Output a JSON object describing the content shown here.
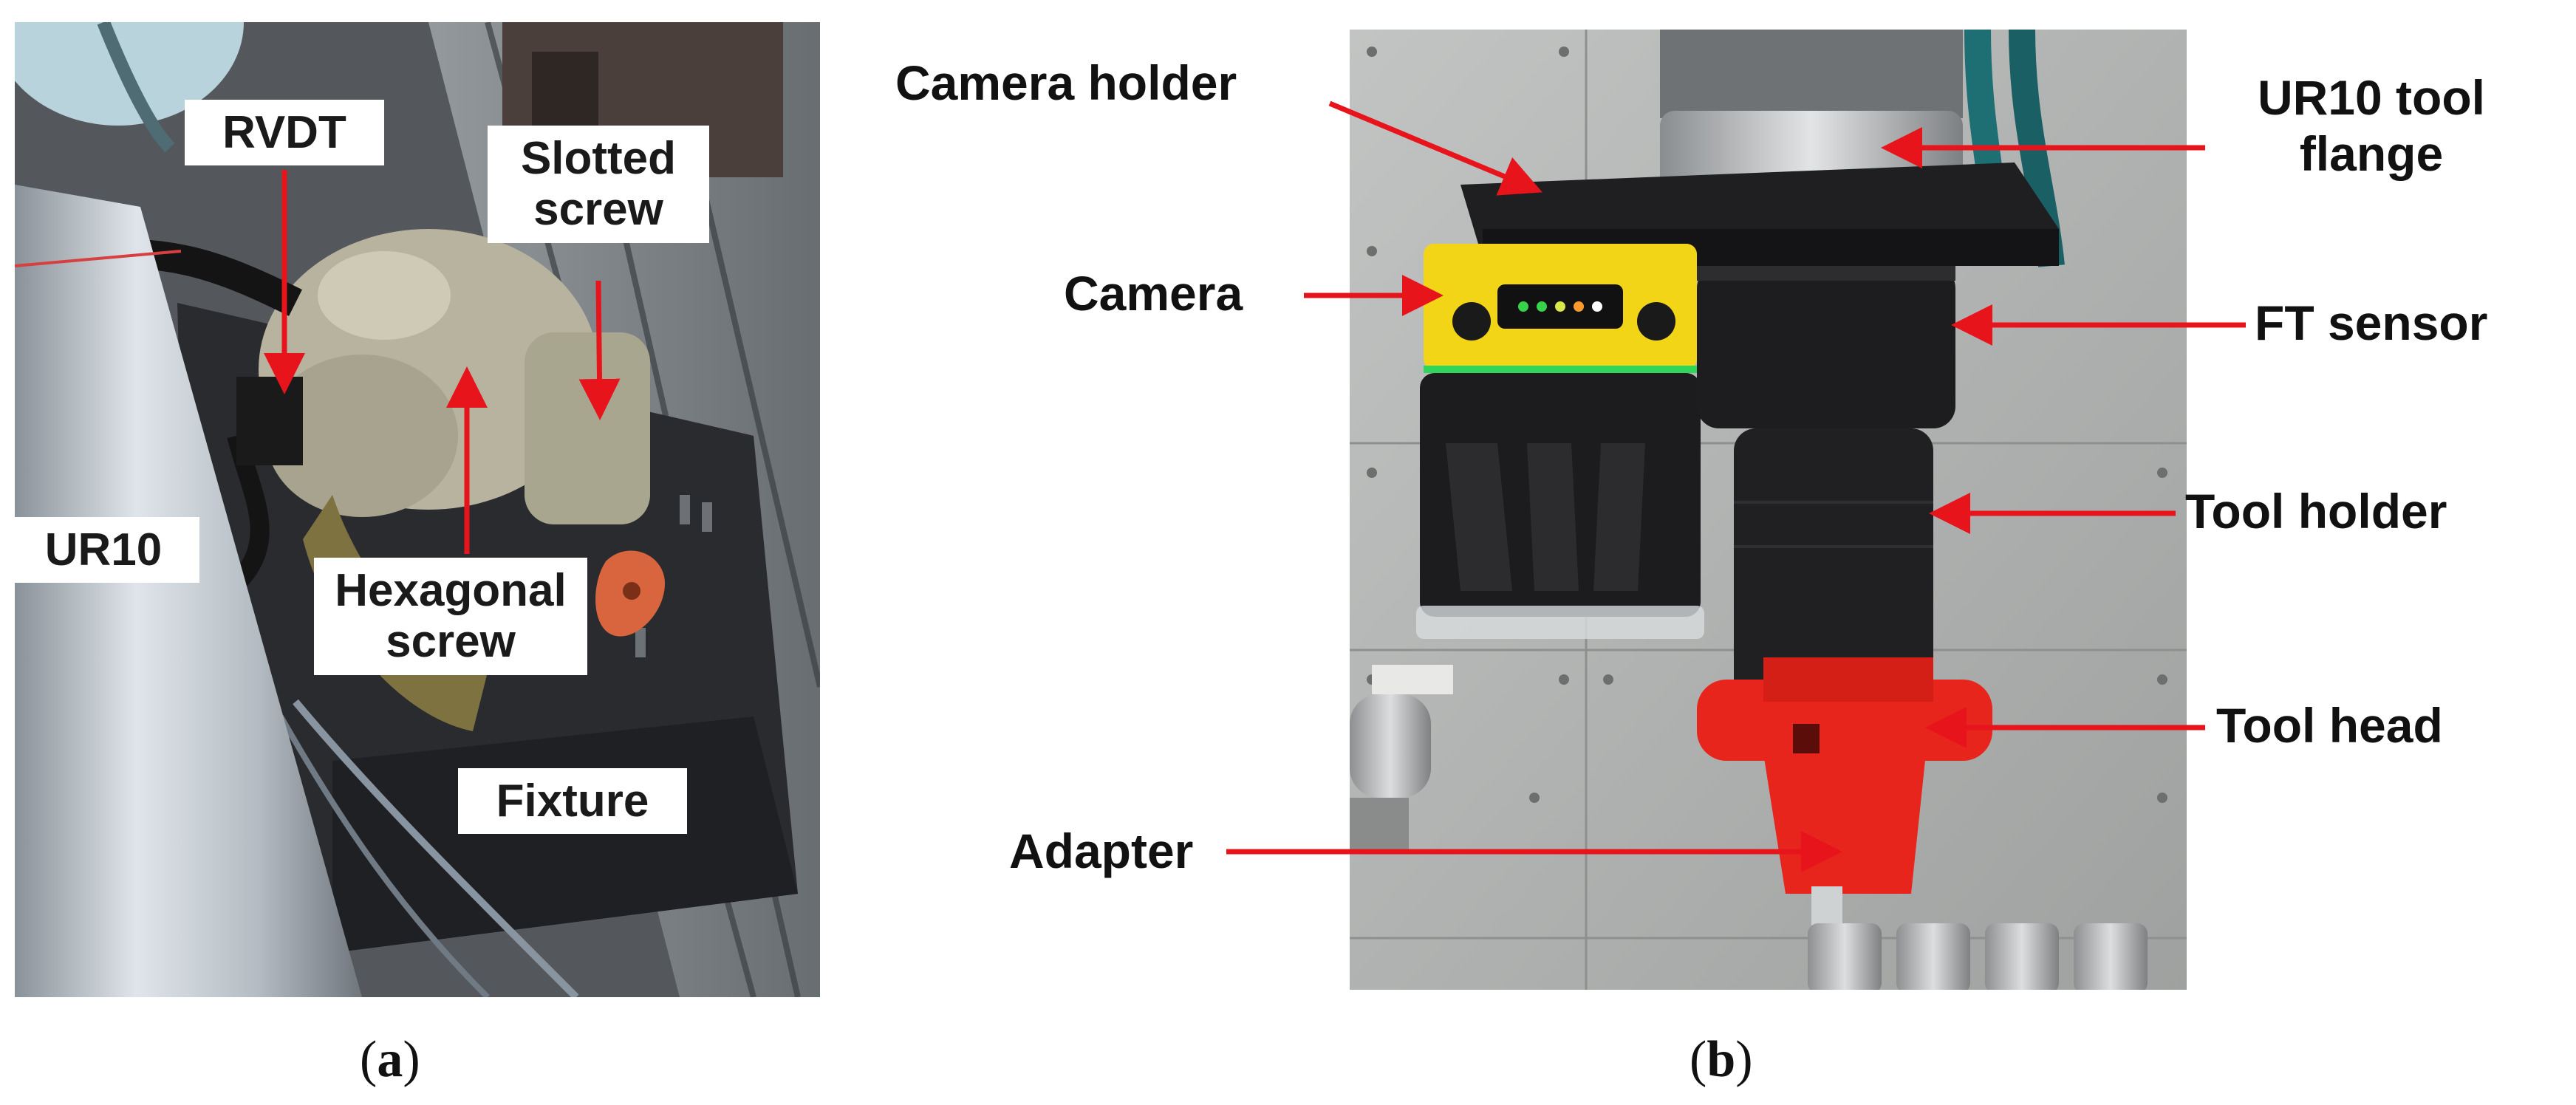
{
  "panel_a": {
    "labels": {
      "rvdt": "RVDT",
      "slotted_screw": "Slotted screw",
      "ur10": "UR10",
      "hexagonal_screw": "Hexagonal screw",
      "fixture": "Fixture"
    },
    "caption_letter": "a"
  },
  "panel_b": {
    "callouts": {
      "camera_holder": "Camera holder",
      "camera": "Camera",
      "adapter": "Adapter",
      "ur10_tool_flange": "UR10 tool flange",
      "ft_sensor": "FT sensor",
      "tool_holder": "Tool holder",
      "tool_head": "Tool head"
    },
    "caption_letter": "b"
  },
  "colors": {
    "arrow": "#e8141c",
    "tool_head": "#e8251c",
    "camera": "#f2d516"
  }
}
